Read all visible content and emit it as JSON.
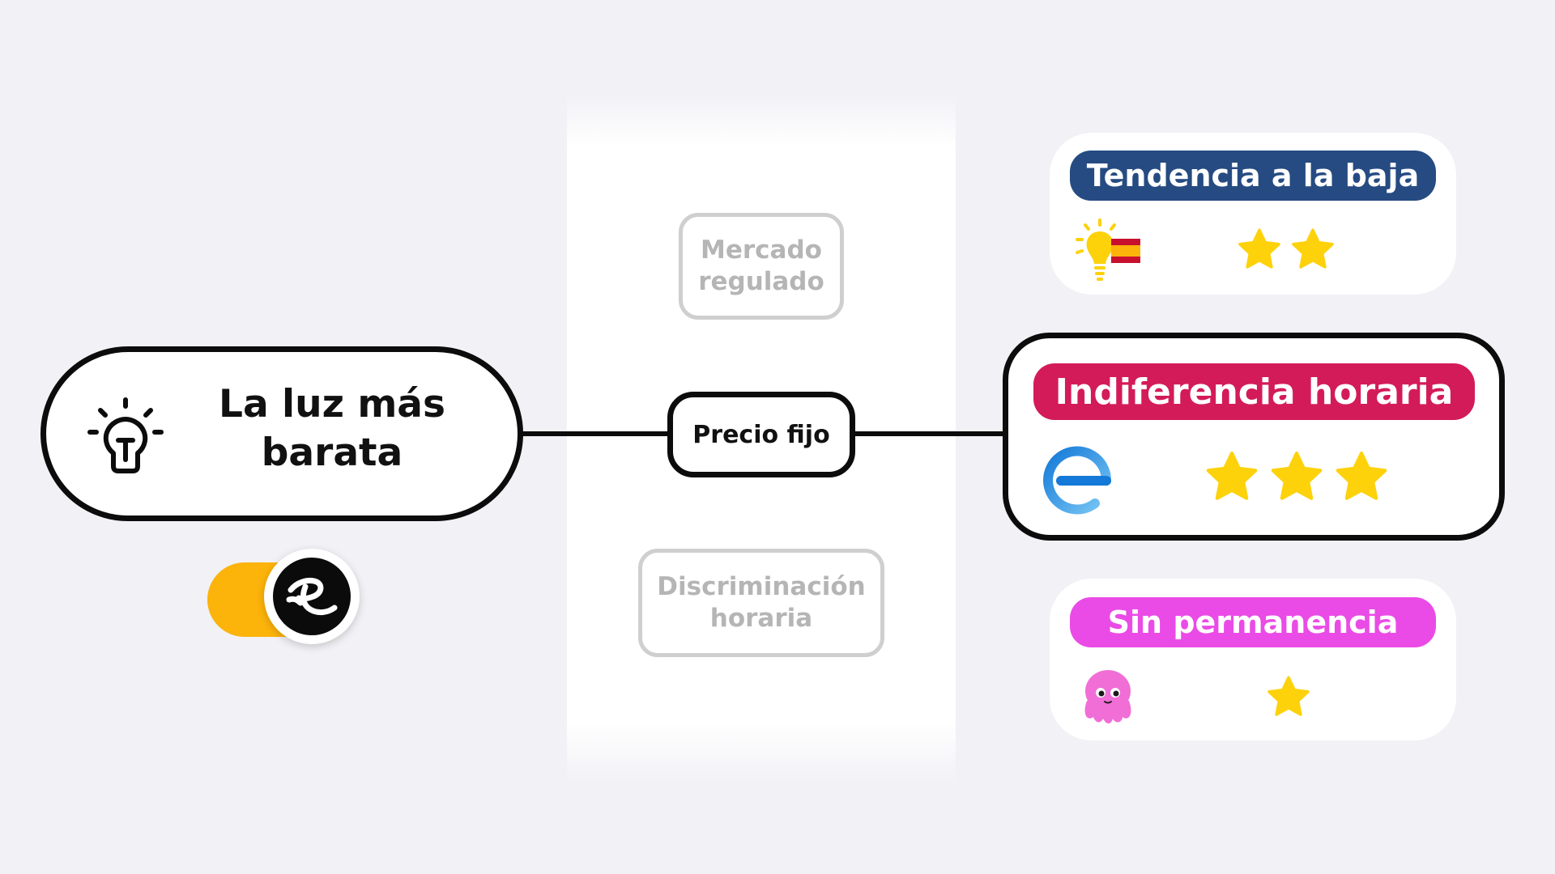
{
  "main": {
    "title": "La luz más barata",
    "icon": "lightbulb-icon",
    "toggle_logo": "r-logo-icon"
  },
  "options": [
    {
      "label": "Mercado regulado",
      "state": "inactive"
    },
    {
      "label": "Precio fijo",
      "state": "active"
    },
    {
      "label": "Discriminación horaria",
      "state": "inactive"
    }
  ],
  "cards": [
    {
      "label": "Tendencia a la baja",
      "color": "#264b82",
      "rating": 2,
      "icon": "bulb-spain-flag-icon",
      "state": "normal"
    },
    {
      "label": "Indiferencia horaria",
      "color": "#d31b5a",
      "rating": 3,
      "icon": "e-logo-icon",
      "state": "highlighted"
    },
    {
      "label": "Sin permanencia",
      "color": "#ea4be6",
      "rating": 1,
      "icon": "octopus-icon",
      "state": "normal"
    }
  ],
  "colors": {
    "toggle": "#fcb30a",
    "star": "#fdd20b",
    "line": "#0c0c0c"
  }
}
